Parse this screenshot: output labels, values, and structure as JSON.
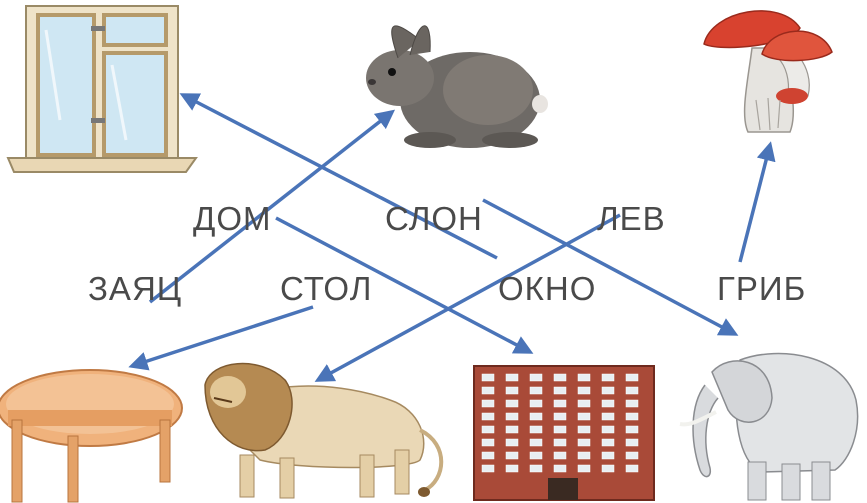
{
  "words": {
    "dom": "ДОМ",
    "slon": "СЛОН",
    "lev": "ЛЕВ",
    "zayac": "ЗАЯЦ",
    "stol": "СТОЛ",
    "okno": "ОКНО",
    "grib": "ГРИБ"
  },
  "pictures": [
    "window",
    "rabbit",
    "mushroom",
    "table",
    "lion",
    "building",
    "elephant"
  ],
  "connections": [
    {
      "word": "ЗАЯЦ",
      "picture": "rabbit"
    },
    {
      "word": "ОКНО",
      "picture": "window"
    },
    {
      "word": "ДОМ",
      "picture": "building"
    },
    {
      "word": "СЛОН",
      "picture": "elephant"
    },
    {
      "word": "ЛЕВ",
      "picture": "lion"
    },
    {
      "word": "СТОЛ",
      "picture": "table"
    },
    {
      "word": "ГРИБ",
      "picture": "mushroom"
    }
  ],
  "colors": {
    "arrow": "#4a74b8",
    "text": "#4a4a4a"
  }
}
